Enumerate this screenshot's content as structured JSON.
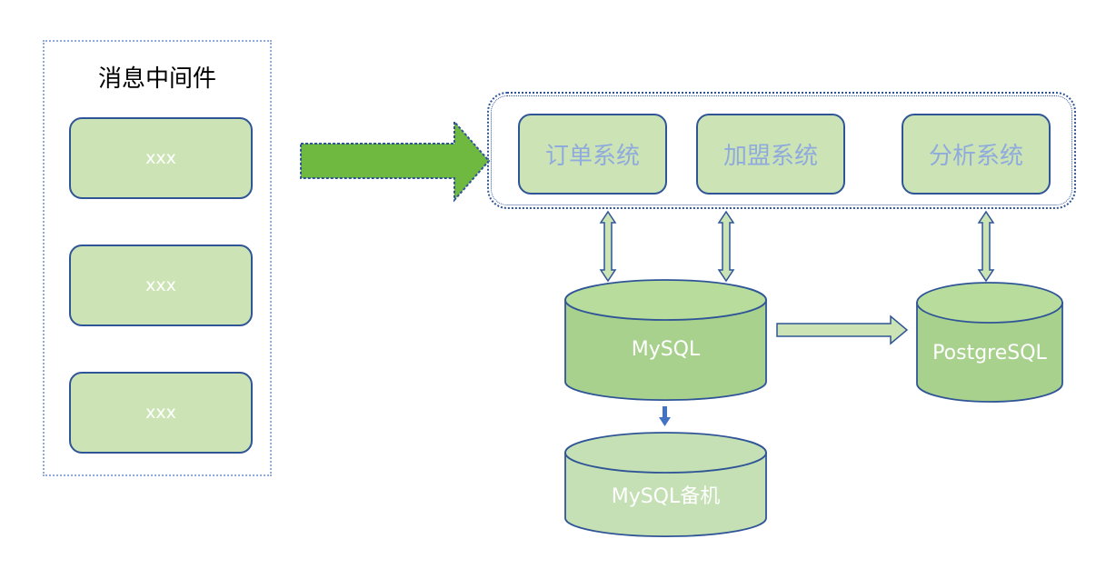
{
  "middleware": {
    "title": "消息中间件",
    "items": [
      "xxx",
      "xxx",
      "xxx"
    ]
  },
  "systems": {
    "order": "订单系统",
    "franchise": "加盟系统",
    "analytics": "分析系统"
  },
  "databases": {
    "mysql": "MySQL",
    "mysql_backup": "MySQL备机",
    "postgres": "PostgreSQL"
  },
  "colors": {
    "box_fill": "#cce4b5",
    "db_fill": "#a9d18e",
    "db_top": "#b7dc9c",
    "backup_fill": "#c5e0b4",
    "border": "#2f5597",
    "big_arrow": "#70b940",
    "small_arrow": "#4472c4",
    "dotted": "#8faadc"
  }
}
